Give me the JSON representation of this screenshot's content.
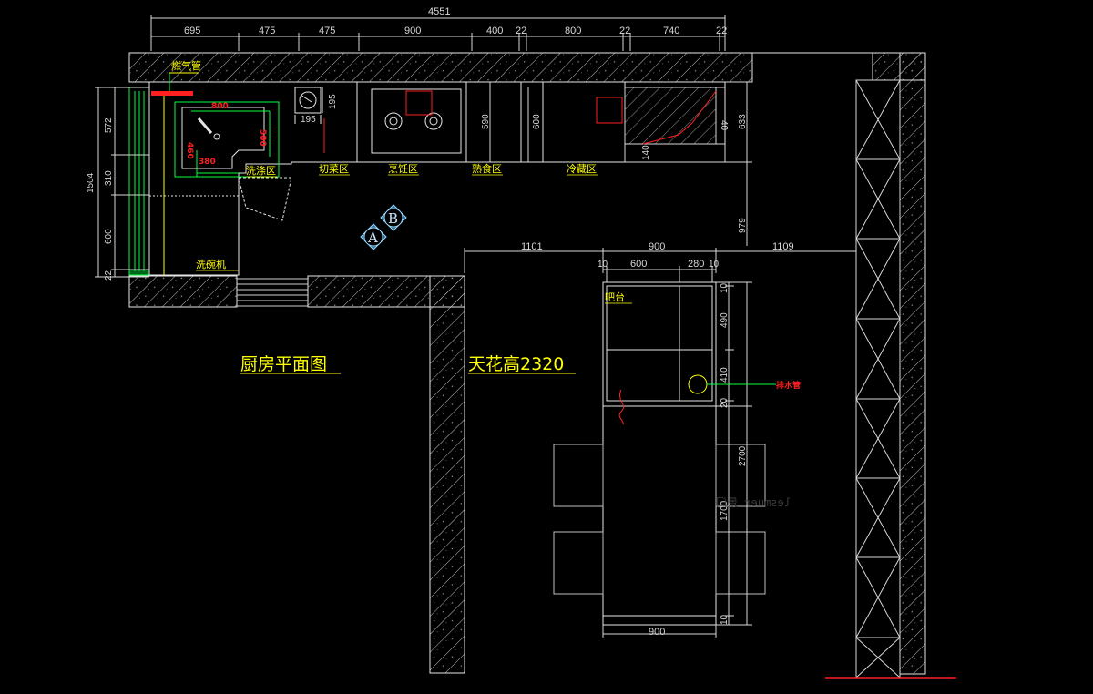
{
  "drawing": {
    "title": "厨房平面图",
    "ceiling_height": "天花高2320",
    "mirrored_text": "lesmuer 景门"
  },
  "top_dims": {
    "total": "4551",
    "segments": [
      "695",
      "475",
      "475",
      "900",
      "400",
      "22",
      "800",
      "22",
      "740",
      "22"
    ]
  },
  "left_dims": {
    "total": "1504",
    "segments": [
      "572",
      "310",
      "600",
      "22"
    ]
  },
  "counter_dims": {
    "sink_w": "800",
    "sink_d": "500",
    "sink_basin_w": "460",
    "sink_basin_d": "380",
    "small_sink_h": "195",
    "small_sink_w": "195",
    "stove_depth": "590",
    "fridge_depth": "600",
    "corner_depth": "633",
    "corner_small": "40",
    "corner_140": "140",
    "right_vertical": "979"
  },
  "zones": {
    "gas_pipe": "燃气管",
    "wash": "洗涤区",
    "cut": "切菜区",
    "cook": "烹饪区",
    "cooked": "熟食区",
    "cold": "冷藏区",
    "dishwasher": "洗碗机",
    "bar": "吧台"
  },
  "bar_dims": {
    "span_left": "1101",
    "span_mid": "900",
    "span_right": "1109",
    "inner_10a": "10",
    "inner_600": "600",
    "inner_280": "280",
    "inner_10b": "10",
    "v_10a": "10",
    "v_490": "490",
    "v_410": "410",
    "v_20": "20",
    "v_2700": "2700",
    "v_1700": "1700",
    "v_10b": "10",
    "bottom_900": "900"
  },
  "annotation": {
    "drain": "排水管"
  },
  "view_markers": {
    "a": "A",
    "b": "B"
  },
  "colors": {
    "background": "#000000",
    "line": "#e6e6e6",
    "dimension": "#d8d8d8",
    "label": "#ffff00",
    "red": "#ff2020",
    "green": "#00ff40"
  }
}
